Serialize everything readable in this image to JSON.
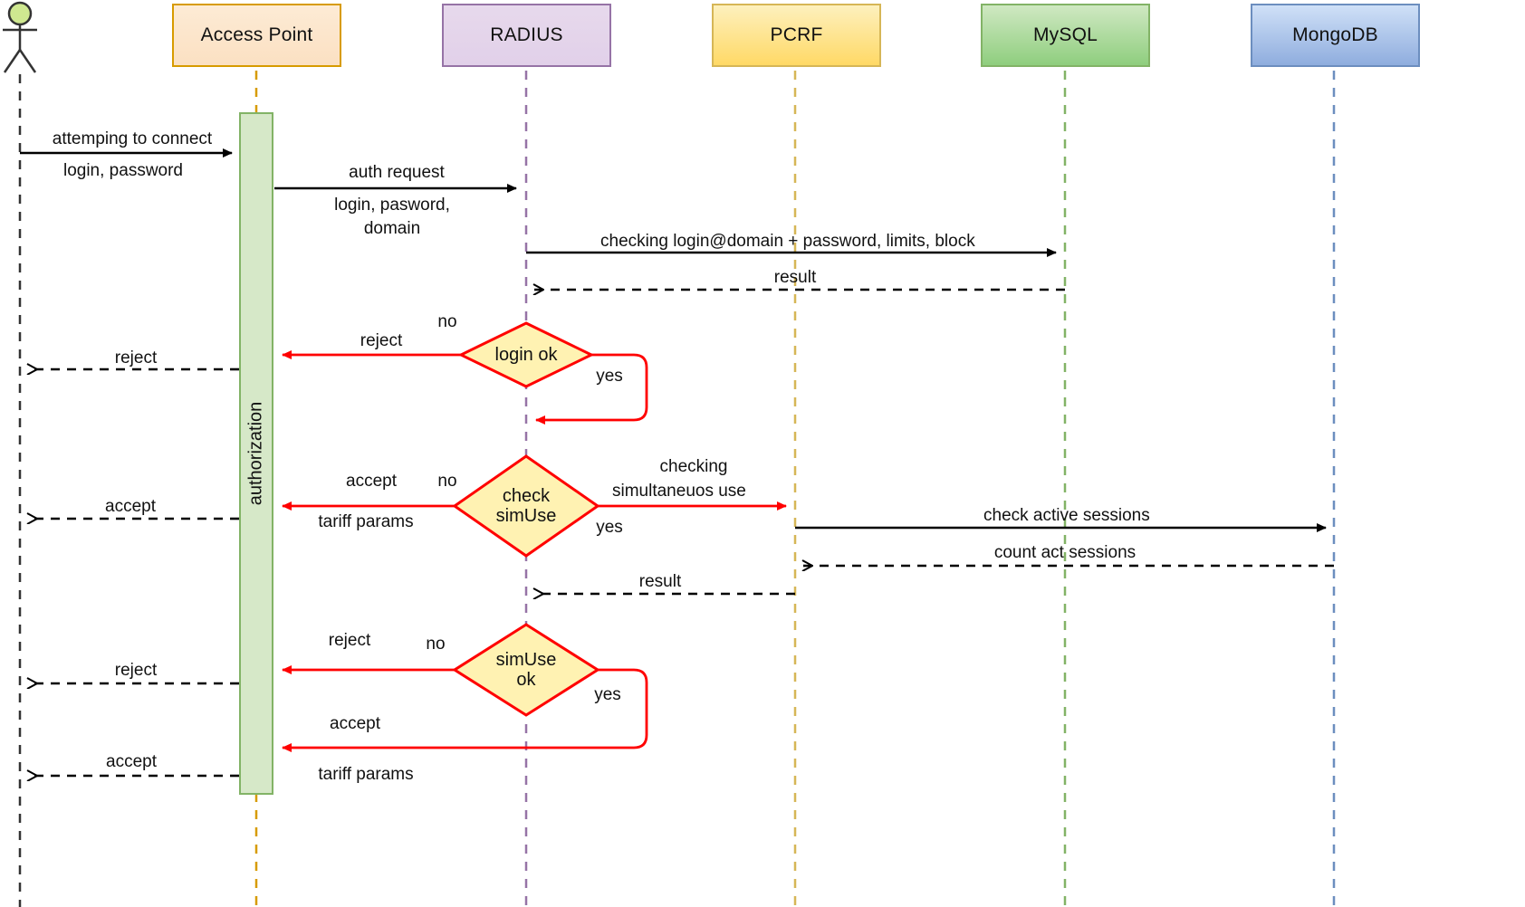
{
  "diagram": {
    "title": "Authorization sequence diagram",
    "type": "uml-sequence-diagram"
  },
  "colors": {
    "access_point": "#fbe0c2",
    "access_point_border": "#d79b00",
    "radius": "#e1d0e9",
    "radius_border": "#9673a6",
    "pcrf": "#ffd966",
    "pcrf_border": "#d6b656",
    "mysql": "#8fce7e",
    "mysql_border": "#82b366",
    "mongodb": "#8fadde",
    "mongodb_border": "#6c8ebf",
    "activation": "#d6e8c8",
    "decision_fill": "#fff2b2",
    "decision_border": "#ff0000",
    "flow_red": "#ff0000",
    "flow_black": "#000000",
    "actor_head": "#cfe890"
  },
  "lifelines": [
    {
      "id": "actor",
      "label": "",
      "type": "actor"
    },
    {
      "id": "access-point",
      "label": "Access Point",
      "type": "box"
    },
    {
      "id": "radius",
      "label": "RADIUS",
      "type": "box"
    },
    {
      "id": "pcrf",
      "label": "PCRF",
      "type": "box"
    },
    {
      "id": "mysql",
      "label": "MySQL",
      "type": "box"
    },
    {
      "id": "mongodb",
      "label": "MongoDB",
      "type": "box"
    }
  ],
  "activation": {
    "owner": "access-point",
    "label": "authorization"
  },
  "messages": [
    {
      "id": "m1",
      "from": "actor",
      "to": "access-point",
      "style": "solid",
      "color": "black",
      "line1": "attemping to connect",
      "line2": "login, password"
    },
    {
      "id": "m2",
      "from": "access-point",
      "to": "radius",
      "style": "solid",
      "color": "black",
      "line1": "auth request",
      "line2": "login, pasword,",
      "line3": "domain"
    },
    {
      "id": "m3",
      "from": "radius",
      "to": "mysql",
      "style": "solid",
      "color": "black",
      "line1": "checking login@domain + password, limits, block"
    },
    {
      "id": "m4",
      "from": "mysql",
      "to": "radius",
      "style": "dashed",
      "color": "black",
      "line1": "result"
    },
    {
      "id": "m5",
      "from": "radius",
      "to": "access-point",
      "style": "solid",
      "color": "red",
      "line1": "reject",
      "branch": "no"
    },
    {
      "id": "m6",
      "from": "access-point",
      "to": "actor",
      "style": "dashed",
      "color": "black",
      "line1": "reject"
    },
    {
      "id": "m7",
      "from": "radius",
      "to": "radius",
      "style": "loop",
      "color": "red",
      "line1": "",
      "branch": "yes"
    },
    {
      "id": "m8",
      "from": "radius",
      "to": "access-point",
      "style": "solid",
      "color": "red",
      "line1": "accept",
      "line2": "tariff params",
      "branch": "no"
    },
    {
      "id": "m9",
      "from": "access-point",
      "to": "actor",
      "style": "dashed",
      "color": "black",
      "line1": "accept"
    },
    {
      "id": "m10",
      "from": "radius",
      "to": "pcrf",
      "style": "solid",
      "color": "red",
      "line1": "checking",
      "line2": "simultaneuos use",
      "branch": "yes"
    },
    {
      "id": "m11",
      "from": "pcrf",
      "to": "mongodb",
      "style": "solid",
      "color": "black",
      "line1": "check active sessions"
    },
    {
      "id": "m12",
      "from": "mongodb",
      "to": "pcrf",
      "style": "dashed",
      "color": "black",
      "line1": "count act sessions"
    },
    {
      "id": "m13",
      "from": "pcrf",
      "to": "radius",
      "style": "dashed",
      "color": "black",
      "line1": "result"
    },
    {
      "id": "m14",
      "from": "radius",
      "to": "access-point",
      "style": "solid",
      "color": "red",
      "line1": "reject",
      "branch": "no"
    },
    {
      "id": "m15",
      "from": "access-point",
      "to": "actor",
      "style": "dashed",
      "color": "black",
      "line1": "reject"
    },
    {
      "id": "m16",
      "from": "radius",
      "to": "access-point",
      "style": "loop",
      "color": "red",
      "line1": "accept",
      "line2": "tariff params",
      "branch": "yes"
    },
    {
      "id": "m17",
      "from": "access-point",
      "to": "actor",
      "style": "dashed",
      "color": "black",
      "line1": "accept"
    }
  ],
  "decisions": [
    {
      "id": "d1",
      "line1": "login ok",
      "line2": "",
      "no_label": "no",
      "yes_label": "yes"
    },
    {
      "id": "d2",
      "line1": "check",
      "line2": "simUse",
      "no_label": "no",
      "yes_label": "yes"
    },
    {
      "id": "d3",
      "line1": "simUse",
      "line2": "ok",
      "no_label": "no",
      "yes_label": "yes"
    }
  ],
  "labels": {
    "m1a": "attemping to connect",
    "m1b": "login, password",
    "m2a": "auth request",
    "m2b": "login, pasword,",
    "m2c": "domain",
    "m3": "checking login@domain + password, limits, block",
    "m4": "result",
    "m5": "reject",
    "m6": "reject",
    "m8a": "accept",
    "m8b": "tariff params",
    "m9": "accept",
    "m10a": "checking",
    "m10b": "simultaneuos use",
    "m11": "check active sessions",
    "m12": "count act sessions",
    "m13": "result",
    "m14": "reject",
    "m15": "reject",
    "m16a": "accept",
    "m16b": "tariff params",
    "m17": "accept",
    "no1": "no",
    "yes1": "yes",
    "no2": "no",
    "yes2": "yes",
    "no3": "no",
    "yes3": "yes"
  }
}
